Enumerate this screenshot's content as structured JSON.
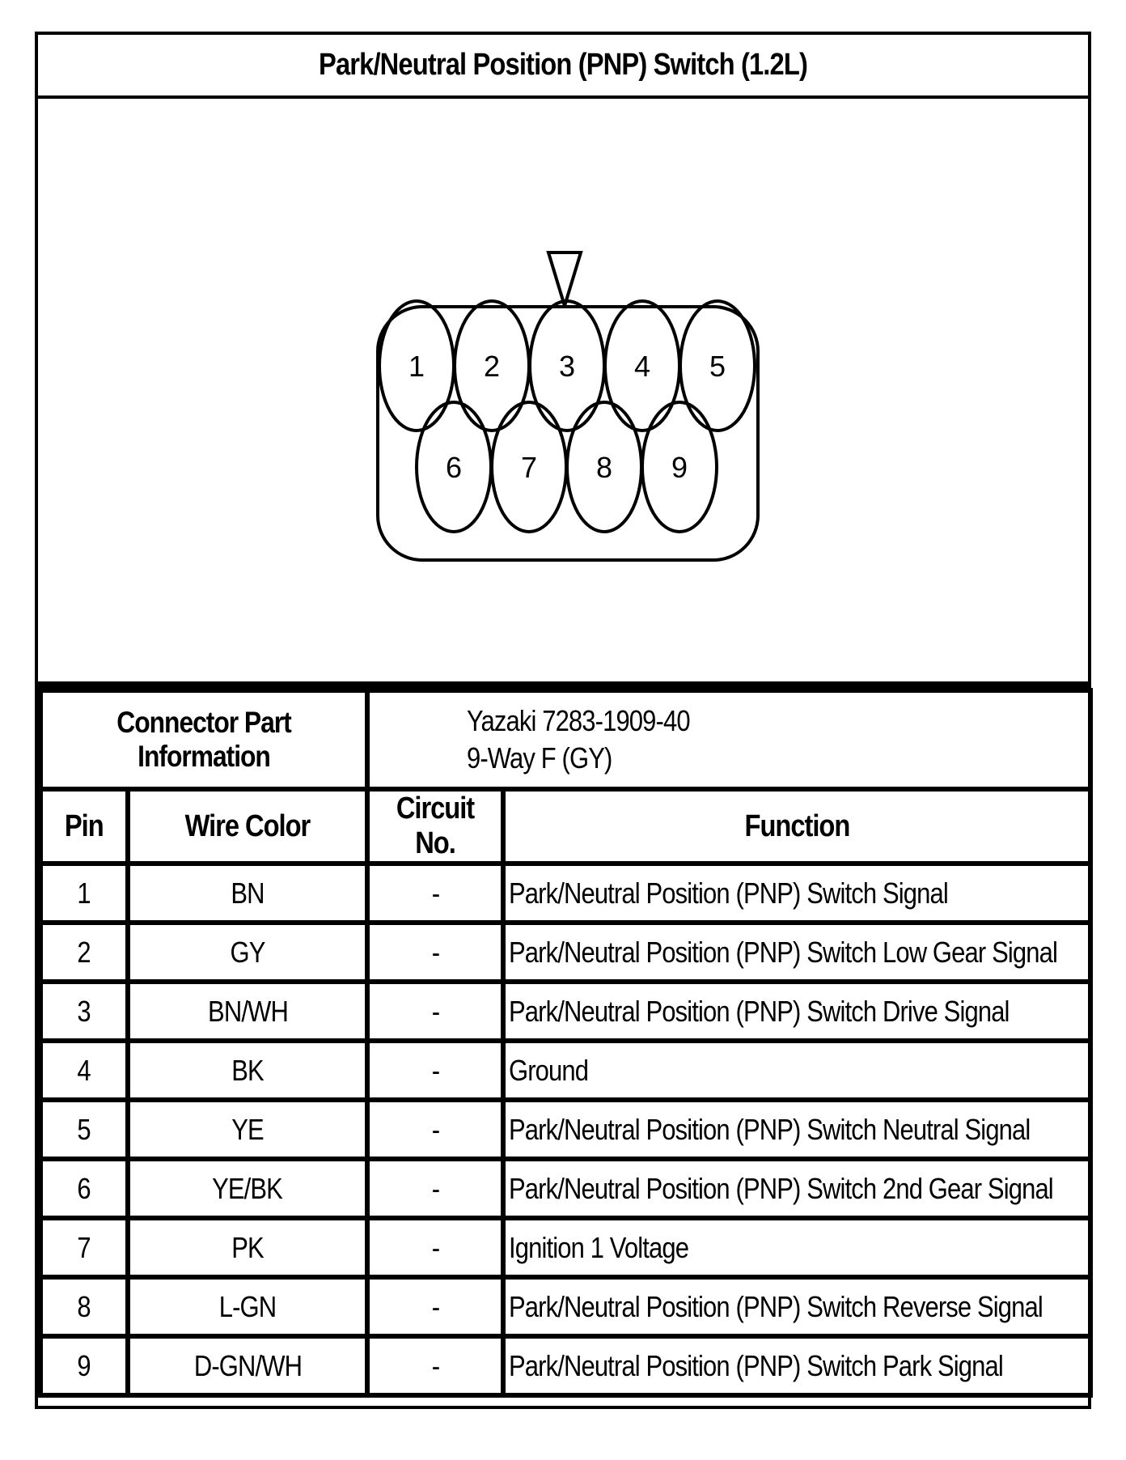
{
  "title": "Park/Neutral Position (PNP) Switch (1.2L)",
  "connector": {
    "label": "Connector Part Information",
    "part_number": "Yazaki 7283-1909-40",
    "description": "9-Way F (GY)",
    "pins_top": [
      "1",
      "2",
      "3",
      "4",
      "5"
    ],
    "pins_bottom": [
      "6",
      "7",
      "8",
      "9"
    ]
  },
  "table": {
    "headers": {
      "pin": "Pin",
      "wire_color": "Wire Color",
      "circuit": "Circuit No.",
      "function": "Function"
    },
    "rows": [
      {
        "pin": "1",
        "wire_color": "BN",
        "circuit": "-",
        "function": "Park/Neutral Position (PNP) Switch Signal"
      },
      {
        "pin": "2",
        "wire_color": "GY",
        "circuit": "-",
        "function": "Park/Neutral Position (PNP) Switch Low Gear Signal"
      },
      {
        "pin": "3",
        "wire_color": "BN/WH",
        "circuit": "-",
        "function": "Park/Neutral Position (PNP) Switch Drive Signal"
      },
      {
        "pin": "4",
        "wire_color": "BK",
        "circuit": "-",
        "function": "Ground"
      },
      {
        "pin": "5",
        "wire_color": "YE",
        "circuit": "-",
        "function": "Park/Neutral Position (PNP) Switch Neutral Signal"
      },
      {
        "pin": "6",
        "wire_color": "YE/BK",
        "circuit": "-",
        "function": "Park/Neutral Position (PNP) Switch 2nd Gear Signal"
      },
      {
        "pin": "7",
        "wire_color": "PK",
        "circuit": "-",
        "function": "Ignition 1 Voltage"
      },
      {
        "pin": "8",
        "wire_color": "L-GN",
        "circuit": "-",
        "function": "Park/Neutral Position (PNP) Switch Reverse Signal"
      },
      {
        "pin": "9",
        "wire_color": "D-GN/WH",
        "circuit": "-",
        "function": "Park/Neutral Position (PNP) Switch Park Signal"
      }
    ]
  }
}
